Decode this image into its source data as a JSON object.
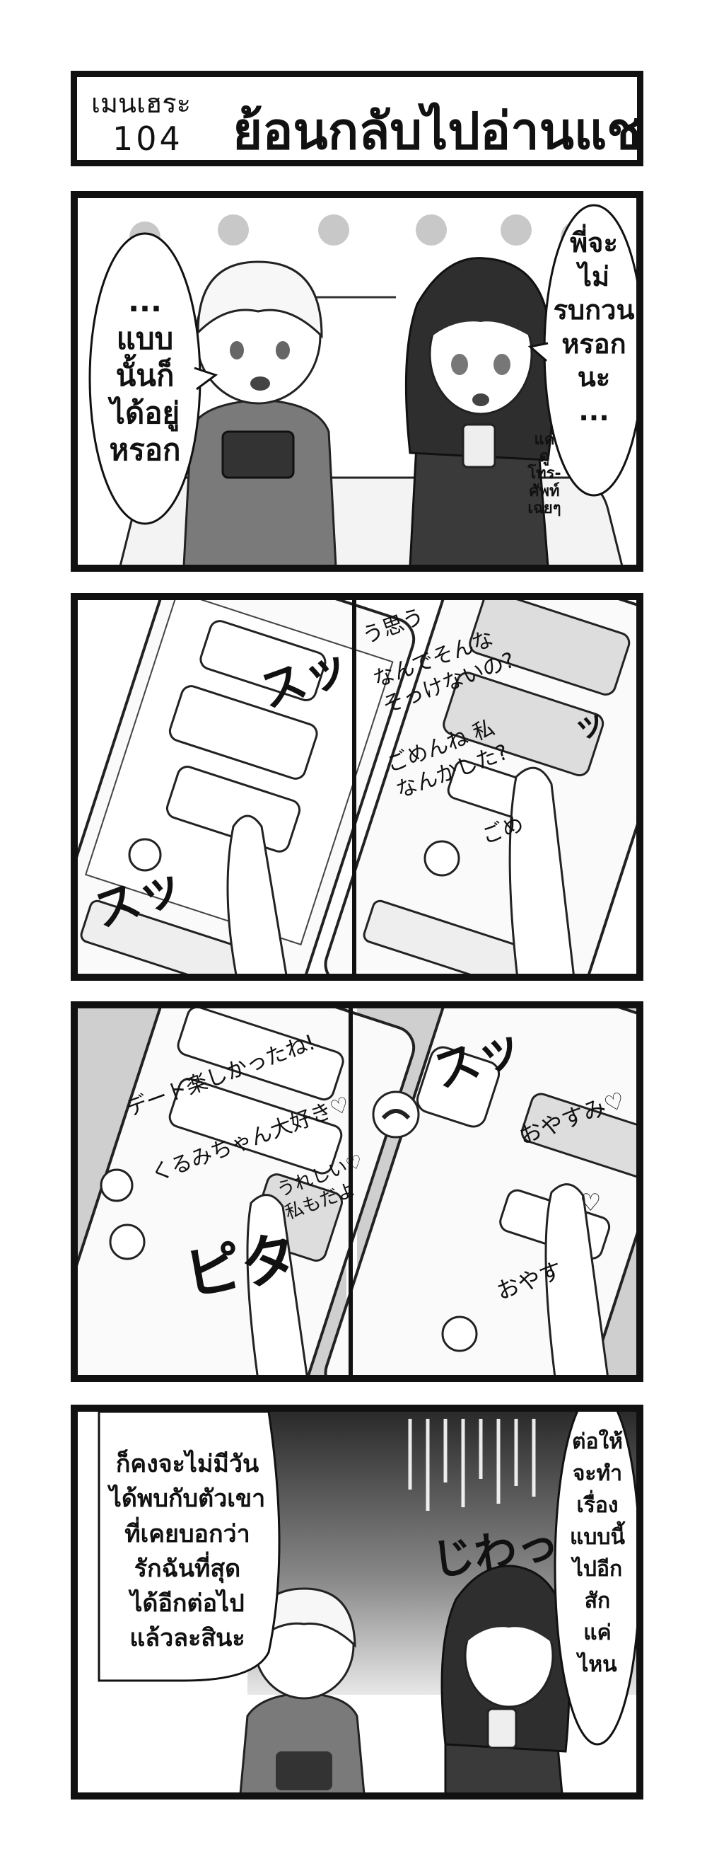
{
  "title": {
    "series": "เมนเฮระ",
    "number": "104",
    "main": "ย้อนกลับไปอ่านแชท"
  },
  "panel1": {
    "boy_speech": [
      "...",
      "แบบ",
      "นั้นก็",
      "ได้อยู่",
      "หรอก"
    ],
    "girl_speech": [
      "พี่จะ",
      "ไม่",
      "รบกวน",
      "หรอก",
      "นะ",
      "..."
    ],
    "girl_aside": [
      "แค่",
      "ดู",
      "โทร-",
      "ศัพท์",
      "เฉยๆ"
    ]
  },
  "panel2": {
    "sfx_top": "スッ",
    "sfx_bottom": "スッ",
    "right_msg1_header": "う思う",
    "right_msg2": [
      "なんでそんな",
      "そっけないの?"
    ],
    "right_msg3": [
      "ごめんね 私",
      "なんかした?"
    ],
    "right_msg4": "ごめ",
    "sfx_right": "ッ"
  },
  "panel3": {
    "left_msg1": "デート楽しかったね!",
    "left_msg2": "くるみちゃん大好き♡",
    "left_msg3": [
      "うれしい♡",
      "私もだよ"
    ],
    "sfx_left": "ピタ",
    "sfx_right": "スッ",
    "right_msg1": "おやすみ♡",
    "right_msg2": "おやす",
    "right_heart": "♡"
  },
  "panel4": {
    "left_speech": [
      "ก็คงจะไม่มีวัน",
      "ได้พบกับตัวเขา",
      "ที่เคยบอกว่า",
      "รักฉันที่สุด",
      "ได้อีกต่อไป",
      "แล้วละสินะ"
    ],
    "right_speech": [
      "ต่อให้",
      "จะทำ",
      "เรื่อง",
      "แบบนี้",
      "ไปอีก",
      "สัก",
      "แค่",
      "ไหน"
    ],
    "sfx": "じわっ"
  }
}
